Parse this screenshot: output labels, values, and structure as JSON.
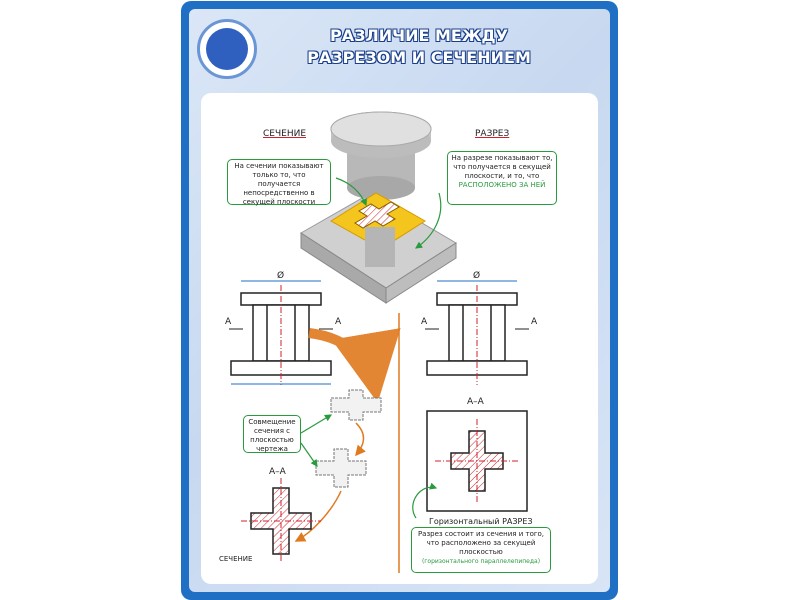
{
  "title": {
    "line1": "РАЗЛИЧИЕ МЕЖДУ",
    "line2": "РАЗРЕЗОМ И СЕЧЕНИЕМ"
  },
  "labels": {
    "section": "СЕЧЕНИЕ",
    "cut": "РАЗРЕЗ",
    "diameter": "Ø",
    "plane_a": "А",
    "view_aa": "А–А",
    "section_small": "СЕЧЕНИЕ",
    "horizontal_cut": "Горизонтальный РАЗРЕЗ"
  },
  "notes": {
    "section_note": "На сечении показывают только то, что получается непосредственно в секущей плоскости",
    "cut_note_main": "На разрезе показывают то, что получается в секущей плоскости, и то, что",
    "cut_note_highlight": "РАСПОЛОЖЕНО ЗА НЕЙ",
    "aligned_note": "Совмещение сечения с плоскостью чертежа",
    "cut_consists_main": "Разрез состоит из сечения и того, что расположено за секущей плоскостью",
    "cut_consists_sub": "(горизонтального параллелепипеда)"
  },
  "colors": {
    "frame": "#1f6fc4",
    "background": "#d2e0f4",
    "highlight_green": "#2a9a3f",
    "arrow_orange": "#e07a1f",
    "axis_red": "#d1202a",
    "title_outline": "#1a3f8a"
  }
}
